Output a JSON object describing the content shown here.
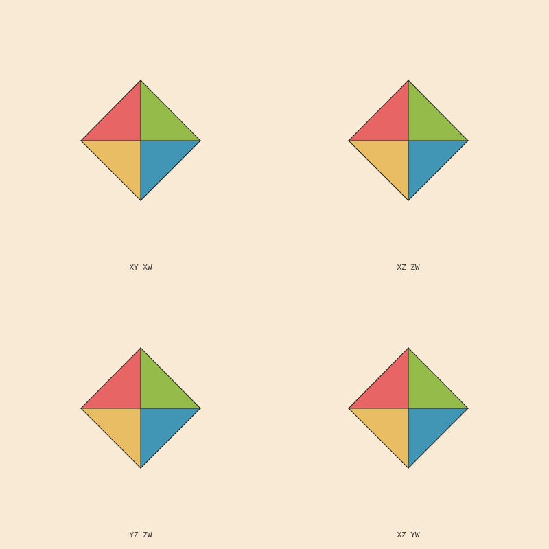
{
  "background_color": "#f9ead6",
  "colors": {
    "top_left": "#e76565",
    "top_right": "#95bb4b",
    "bottom_left": "#e8bd64",
    "bottom_right": "#4195b5",
    "stroke": "#1a1a1a"
  },
  "panels": [
    {
      "label": "XY XW"
    },
    {
      "label": "XZ ZW"
    },
    {
      "label": "YZ ZW"
    },
    {
      "label": "XZ YW"
    }
  ]
}
